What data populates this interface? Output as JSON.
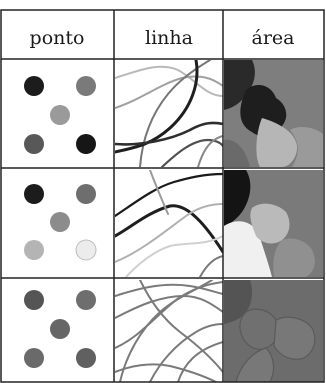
{
  "headers": {
    "point": "ponto",
    "line": "linha",
    "area": "área"
  },
  "rows": [
    {
      "point_colors": [
        "#1c1c1c",
        "#7a7a7a",
        "#9a9a9a",
        "#585858",
        "#161616"
      ]
    },
    {
      "point_colors": [
        "#1c1c1c",
        "#6e6e6e",
        "#8c8c8c",
        "#b4b4b4",
        "#ececec"
      ]
    },
    {
      "point_colors": [
        "#555555",
        "#6e6e6e",
        "#666666",
        "#6a6a6a",
        "#606060"
      ]
    }
  ]
}
